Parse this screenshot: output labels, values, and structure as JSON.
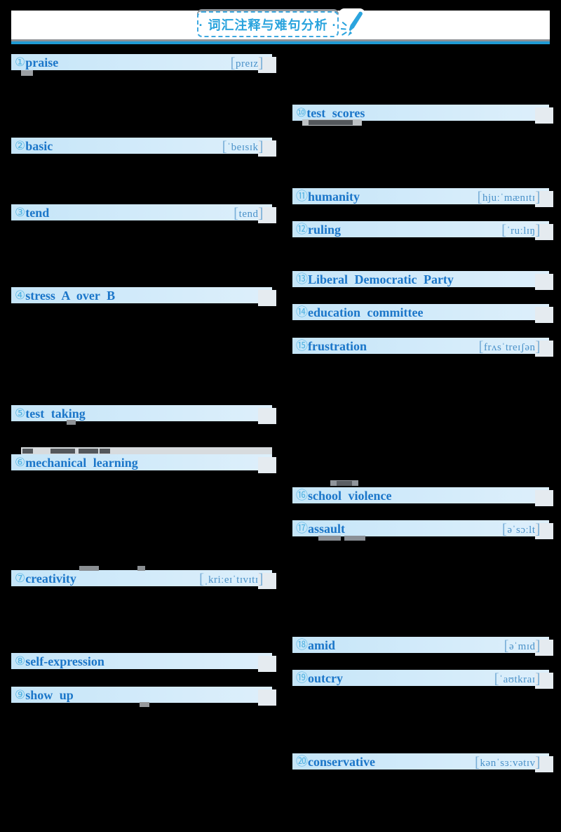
{
  "page": {
    "background": "#000000",
    "band_color": "#ffffff",
    "rule_gray_color": "#8d9195",
    "rule_blue_color": "#1f9ad3"
  },
  "header": {
    "title": "· 词汇注释与难句分析 ·",
    "accent_color": "#29a3dd",
    "pen_icon": "pen-icon"
  },
  "config": {
    "phonetic_open": "[",
    "phonetic_close": "]"
  },
  "colors": {
    "bar_fill_start": "#c5e5f8",
    "bar_fill_end": "#ddeffb",
    "entry_number": "#54b4e2",
    "entry_term": "#1b76c9",
    "entry_phonetic": "#4b92c9"
  },
  "entries_left": [
    {
      "num": "①",
      "term": "praise",
      "phonetic": "preɪz"
    },
    {
      "num": "②",
      "term": "basic",
      "phonetic": "ˈbeɪsɪk"
    },
    {
      "num": "③",
      "term": "tend",
      "phonetic": "tend"
    },
    {
      "num": "④",
      "term": "stress A over B",
      "phonetic": ""
    },
    {
      "num": "⑤",
      "term": "test taking",
      "phonetic": ""
    },
    {
      "num": "⑥",
      "term": "mechanical learning",
      "phonetic": ""
    },
    {
      "num": "⑦",
      "term": "creativity",
      "phonetic": "ˌkriːeɪˈtɪvɪtɪ"
    },
    {
      "num": "⑧",
      "term": "self-expression",
      "phonetic": ""
    },
    {
      "num": "⑨",
      "term": "show up",
      "phonetic": ""
    }
  ],
  "entries_right": [
    {
      "num": "⑩",
      "term": "test scores",
      "phonetic": ""
    },
    {
      "num": "⑪",
      "term": "humanity",
      "phonetic": "hjuːˈmænɪtɪ"
    },
    {
      "num": "⑫",
      "term": "ruling",
      "phonetic": "ˈruːlɪŋ"
    },
    {
      "num": "⑬",
      "term": "Liberal Democratic Party",
      "phonetic": ""
    },
    {
      "num": "⑭",
      "term": "education committee",
      "phonetic": ""
    },
    {
      "num": "⑮",
      "term": "frustration",
      "phonetic": "frʌsˈtreɪʃən"
    },
    {
      "num": "⑯",
      "term": "school violence",
      "phonetic": ""
    },
    {
      "num": "⑰",
      "term": "assault",
      "phonetic": "əˈsɔːlt"
    },
    {
      "num": "⑱",
      "term": "amid",
      "phonetic": "əˈmɪd"
    },
    {
      "num": "⑲",
      "term": "outcry",
      "phonetic": "ˈaʊtkraɪ"
    },
    {
      "num": "⑳",
      "term": "conservative",
      "phonetic": "kənˈsɜːvətɪv"
    }
  ]
}
